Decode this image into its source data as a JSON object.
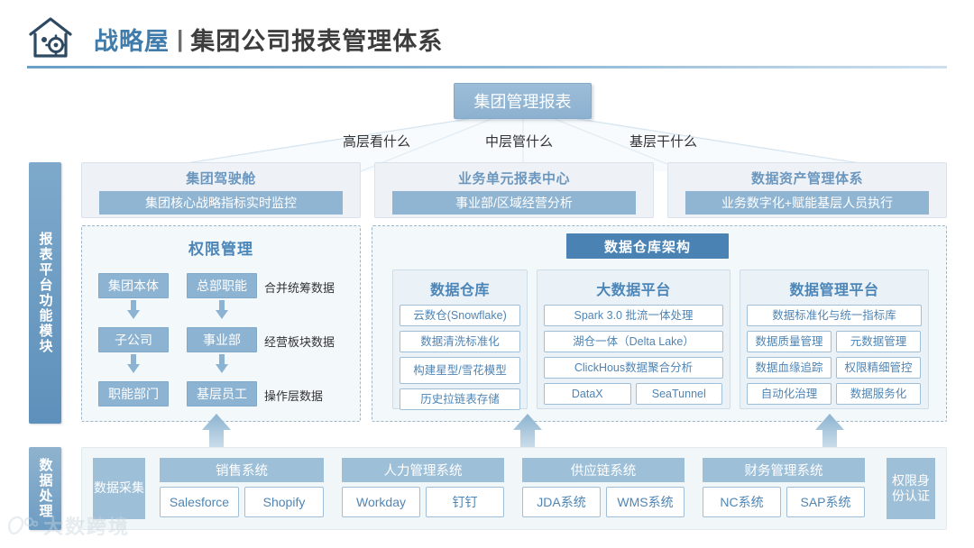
{
  "header": {
    "logo_icon": "house-gear-icon",
    "brand": "战略屋",
    "separator": "|",
    "title": "集团公司报表管理体系"
  },
  "diagram": {
    "root_node": "集团管理报表",
    "branch_labels": [
      "高层看什么",
      "中层管什么",
      "基层干什么"
    ],
    "rails": [
      {
        "name": "report-platform-rail",
        "label": "报表平台功能模块"
      },
      {
        "name": "data-processing-rail",
        "label": "数据处理"
      }
    ],
    "cards": [
      {
        "title": "集团驾驶舱",
        "band": "集团核心战略指标实时监控"
      },
      {
        "title": "业务单元报表中心",
        "band": "事业部/区域经营分析"
      },
      {
        "title": "数据资产管理体系",
        "band": "业务数字化+赋能基层人员执行"
      }
    ],
    "permission": {
      "title": "权限管理",
      "col_left": [
        "集团本体",
        "子公司",
        "职能部门"
      ],
      "col_right": [
        "总部职能",
        "事业部",
        "基层员工"
      ],
      "side_labels": [
        "合并统筹数据",
        "经营板块数据",
        "操作层数据"
      ]
    },
    "warehouse": {
      "banner": "数据仓库架构",
      "columns": [
        {
          "title": "数据仓库",
          "items": [
            {
              "text": "云数仓(Snowflake)",
              "width": "full"
            },
            {
              "text": "数据清洗标准化",
              "width": "full"
            },
            {
              "text": "构建星型/雪花模型",
              "width": "full"
            },
            {
              "text": "历史拉链表存储",
              "width": "full"
            }
          ]
        },
        {
          "title": "大数据平台",
          "items": [
            {
              "text": "Spark 3.0 批流一体处理",
              "width": "full"
            },
            {
              "text": "湖仓一体（Delta Lake）",
              "width": "full"
            },
            {
              "text": "ClickHous数据聚合分析",
              "width": "full"
            },
            {
              "text": "DataX",
              "width": "half"
            },
            {
              "text": "SeaTunnel",
              "width": "half"
            }
          ]
        },
        {
          "title": "数据管理平台",
          "items": [
            {
              "text": "数据标准化与统一指标库",
              "width": "full"
            },
            {
              "text": "数据质量管理",
              "width": "half"
            },
            {
              "text": "元数据管理",
              "width": "half"
            },
            {
              "text": "数据血缘追踪",
              "width": "half"
            },
            {
              "text": "权限精细管控",
              "width": "half"
            },
            {
              "text": "自动化治理",
              "width": "half"
            },
            {
              "text": "数据服务化",
              "width": "half"
            }
          ]
        }
      ]
    },
    "bottom": {
      "collect": "数据采集",
      "auth": "权限身份认证",
      "systems": [
        {
          "name": "销售系统",
          "items": [
            "Salesforce",
            "Shopify"
          ]
        },
        {
          "name": "人力管理系统",
          "items": [
            "Workday",
            "钉钉"
          ]
        },
        {
          "name": "供应链系统",
          "items": [
            "JDA系统",
            "WMS系统"
          ]
        },
        {
          "name": "财务管理系统",
          "items": [
            "NC系统",
            "SAP系统"
          ]
        }
      ]
    }
  },
  "watermark": {
    "text": "大数跨境",
    "icon": "paw-logo-icon"
  },
  "colors": {
    "brand_blue": "#3f7cab",
    "node_blue": "#8db3d2",
    "banner_blue": "#4a82b4",
    "panel_bg": "#f3f8fb",
    "card_bg": "#eef2f6"
  }
}
